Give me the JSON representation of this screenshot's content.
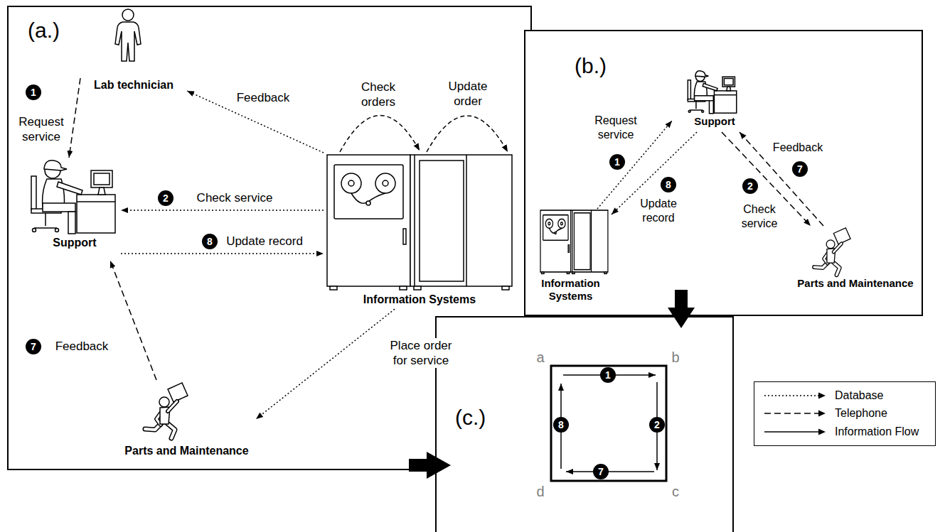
{
  "diagram": {
    "nodes": [
      {
        "text": [
          "(a.)"
        ]
      },
      {
        "text": [
          "Lab technician"
        ],
        "in": 0
      },
      {
        "text": [
          "Support"
        ],
        "in": 0
      },
      {
        "text": [
          "Information Systems"
        ],
        "in": 0
      },
      {
        "text": [
          "Parts and Maintenance"
        ],
        "in": 0
      },
      {
        "text": [
          "(b.)"
        ]
      },
      {
        "text": [
          "Support"
        ],
        "in": 5
      },
      {
        "text": [
          "Information Systems"
        ],
        "in": 5
      },
      {
        "text": [
          "Parts and Maintenance"
        ],
        "in": 5
      },
      {
        "text": [
          "(c.)"
        ]
      }
    ],
    "edges": [
      {
        "from": 1,
        "to": 2,
        "label": "Request service",
        "arrow": "to"
      },
      {
        "from": 3,
        "to": 1,
        "label": "Feedback",
        "arrow": "to"
      },
      {
        "from": 3,
        "to": 2,
        "label": "Check service",
        "arrow": "to"
      },
      {
        "from": 2,
        "to": 3,
        "label": "Update record",
        "arrow": "to"
      },
      {
        "from": 3,
        "to": 4,
        "label": "Place order for service",
        "arrow": "to"
      },
      {
        "from": 4,
        "to": 2,
        "label": "Feedback",
        "arrow": "to"
      },
      {
        "from": 7,
        "to": 6,
        "label": "Request service",
        "arrow": "to"
      },
      {
        "from": 6,
        "to": 7,
        "label": "Update record",
        "arrow": "to"
      },
      {
        "from": 6,
        "to": 8,
        "label": "Check service",
        "arrow": "to"
      },
      {
        "from": 8,
        "to": 6,
        "label": "Feedback",
        "arrow": "to"
      },
      {
        "from": 0,
        "to": 9,
        "arrow": "to"
      },
      {
        "from": 5,
        "to": 9,
        "arrow": "to"
      }
    ],
    "labels": [
      "Check orders",
      "Update order",
      "1",
      "2",
      "8",
      "7",
      "1",
      "8",
      "2",
      "7",
      "a",
      "b",
      "c",
      "d",
      "1",
      "2",
      "7",
      "8"
    ],
    "legend": [
      {
        "text": "Database"
      },
      {
        "text": "Telephone"
      },
      {
        "text": "Information Flow"
      }
    ]
  }
}
